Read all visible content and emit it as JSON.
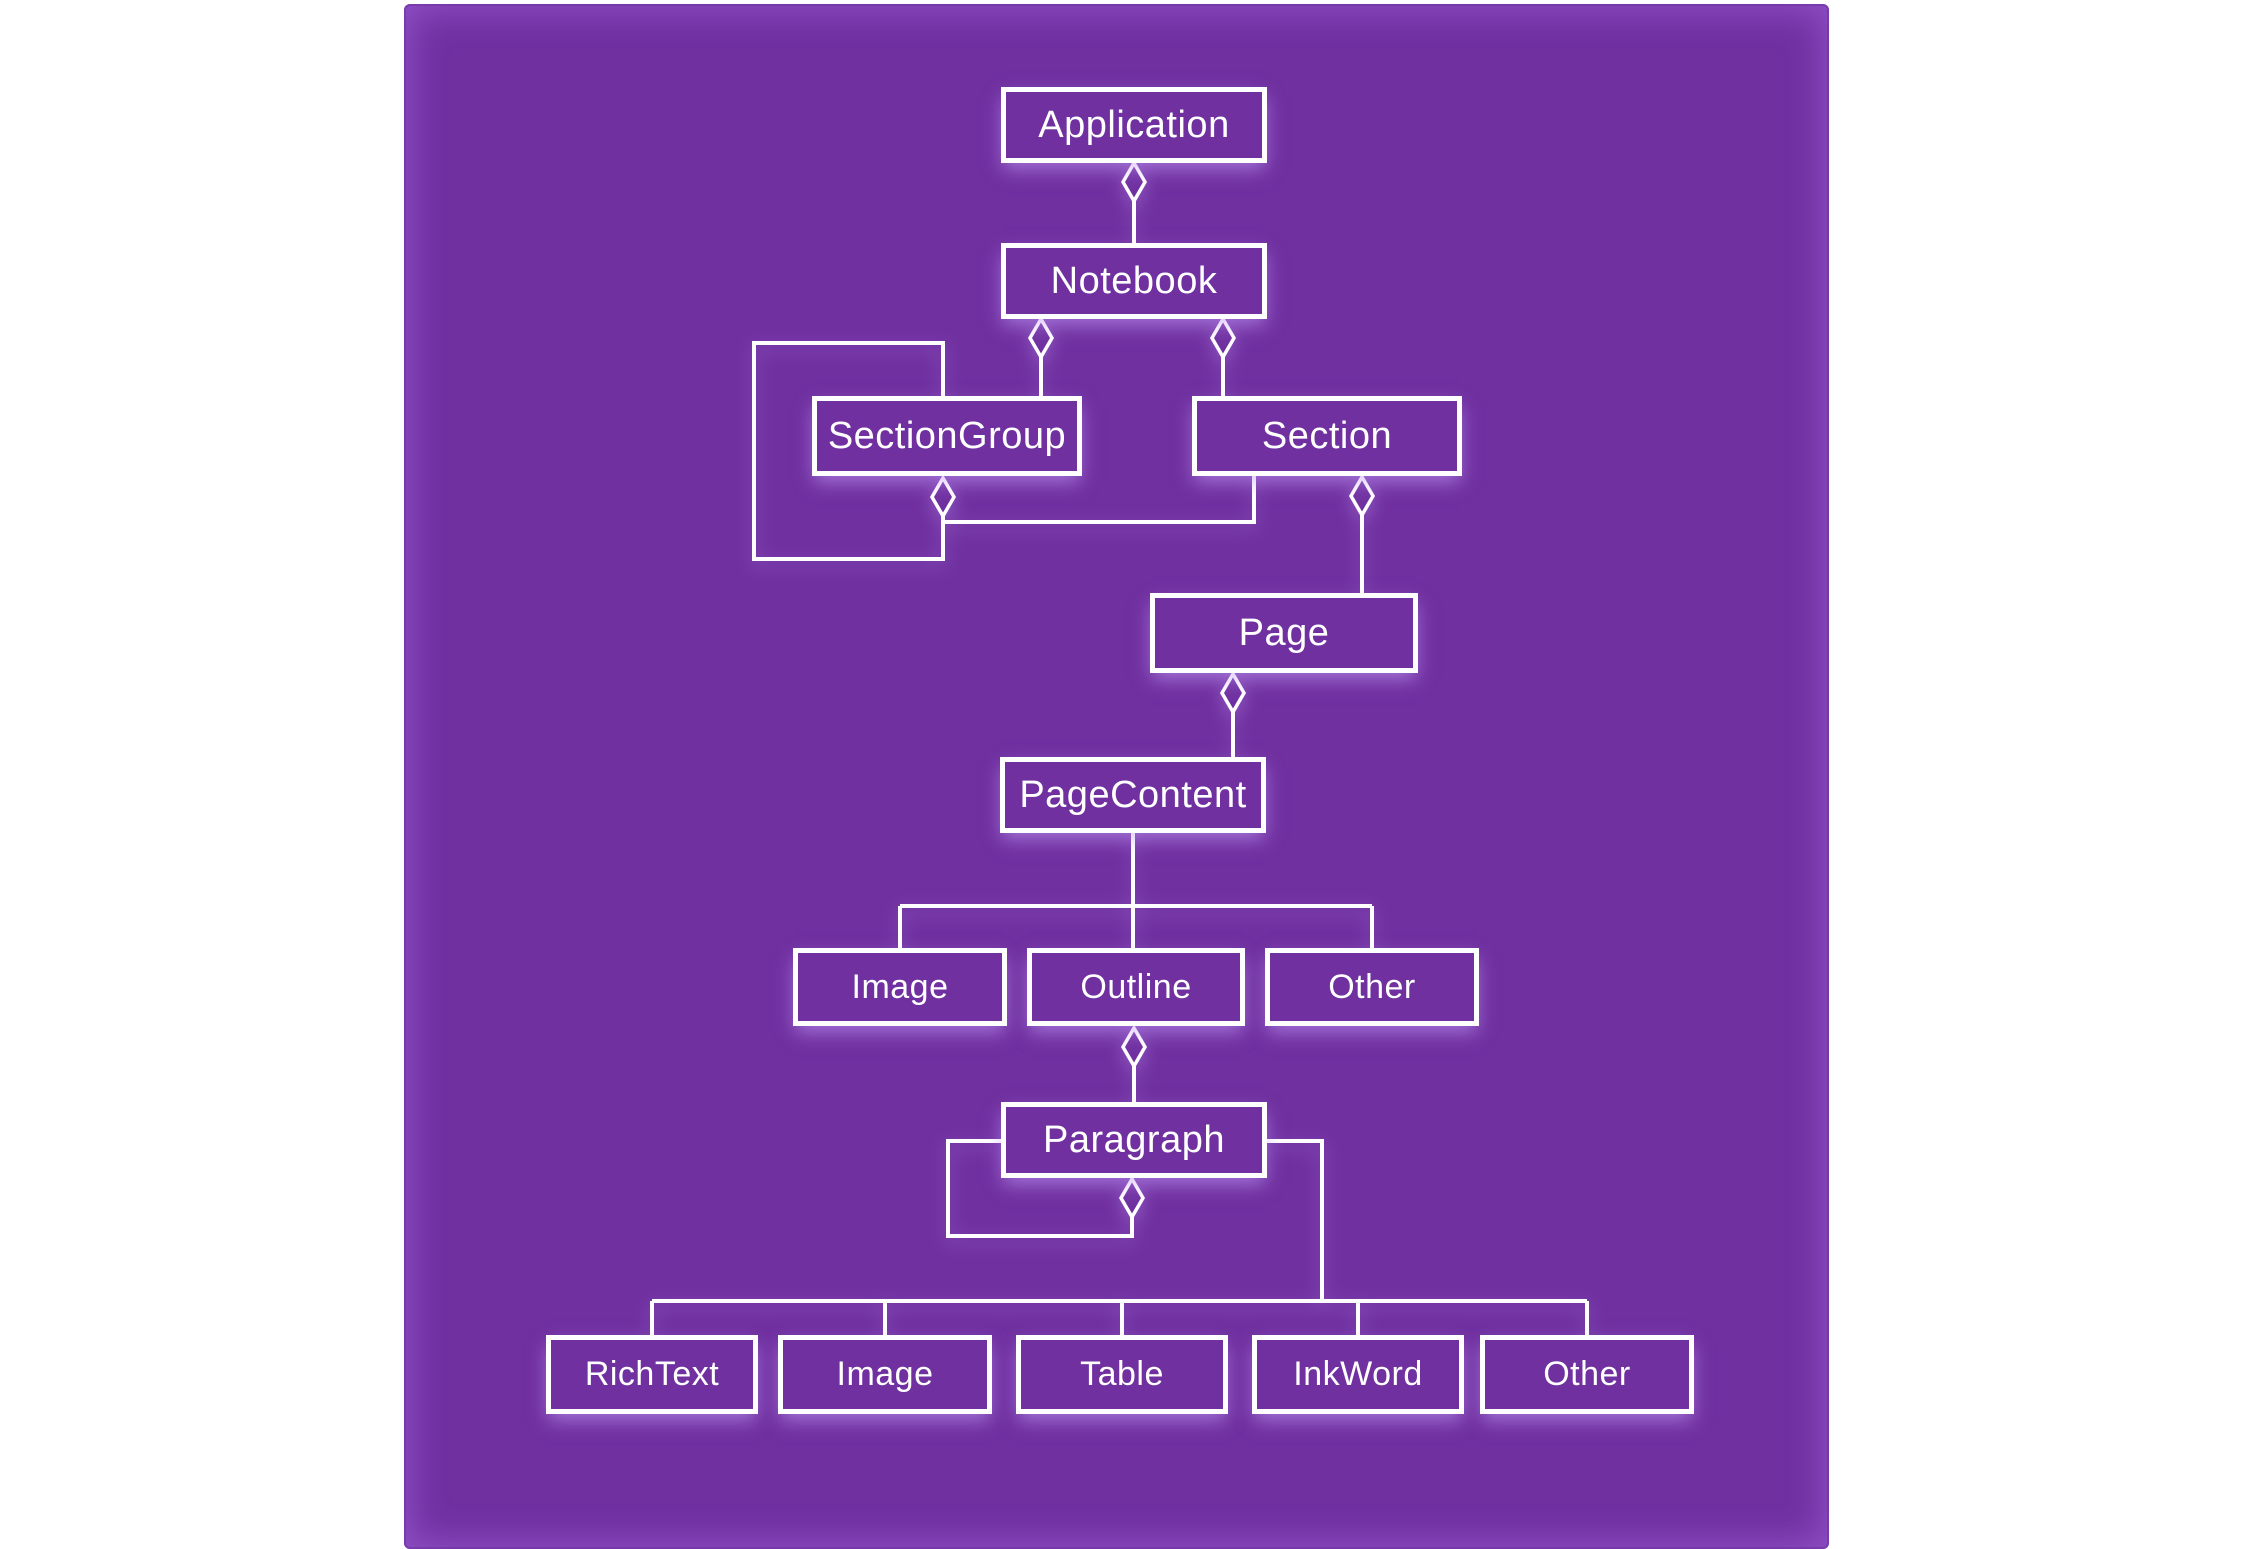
{
  "diagram": {
    "type": "uml-object-hierarchy",
    "colors": {
      "page_background": "#FFFFFF",
      "canvas": "#7030A0",
      "stroke": "#FFFFFF",
      "glow": "#C8A2FF"
    },
    "nodes": [
      {
        "id": "application",
        "label": "Application"
      },
      {
        "id": "notebook",
        "label": "Notebook"
      },
      {
        "id": "sectiongroup",
        "label": "SectionGroup"
      },
      {
        "id": "section",
        "label": "Section"
      },
      {
        "id": "page",
        "label": "Page"
      },
      {
        "id": "pagecontent",
        "label": "PageContent"
      },
      {
        "id": "image-mid",
        "label": "Image"
      },
      {
        "id": "outline",
        "label": "Outline"
      },
      {
        "id": "other-mid",
        "label": "Other"
      },
      {
        "id": "paragraph",
        "label": "Paragraph"
      },
      {
        "id": "richtext",
        "label": "RichText"
      },
      {
        "id": "image-bottom",
        "label": "Image"
      },
      {
        "id": "table",
        "label": "Table"
      },
      {
        "id": "inkword",
        "label": "InkWord"
      },
      {
        "id": "other-bottom",
        "label": "Other"
      }
    ],
    "edges": [
      {
        "from": "Application",
        "to": "Notebook",
        "connector": "aggregation"
      },
      {
        "from": "Notebook",
        "to": "SectionGroup",
        "connector": "aggregation"
      },
      {
        "from": "Notebook",
        "to": "Section",
        "connector": "aggregation"
      },
      {
        "from": "SectionGroup",
        "to": "SectionGroup",
        "connector": "aggregation-self"
      },
      {
        "from": "SectionGroup",
        "to": "Section",
        "connector": "aggregation"
      },
      {
        "from": "Section",
        "to": "Page",
        "connector": "aggregation"
      },
      {
        "from": "Page",
        "to": "PageContent",
        "connector": "aggregation"
      },
      {
        "from": "PageContent",
        "to": "Image",
        "connector": "branch"
      },
      {
        "from": "PageContent",
        "to": "Outline",
        "connector": "branch"
      },
      {
        "from": "PageContent",
        "to": "Other",
        "connector": "branch"
      },
      {
        "from": "Outline",
        "to": "Paragraph",
        "connector": "aggregation"
      },
      {
        "from": "Paragraph",
        "to": "Paragraph",
        "connector": "aggregation-self"
      },
      {
        "from": "Paragraph",
        "to": "RichText",
        "connector": "branch"
      },
      {
        "from": "Paragraph",
        "to": "Image",
        "connector": "branch"
      },
      {
        "from": "Paragraph",
        "to": "Table",
        "connector": "branch"
      },
      {
        "from": "Paragraph",
        "to": "InkWord",
        "connector": "branch"
      },
      {
        "from": "Paragraph",
        "to": "Other",
        "connector": "branch"
      }
    ]
  }
}
